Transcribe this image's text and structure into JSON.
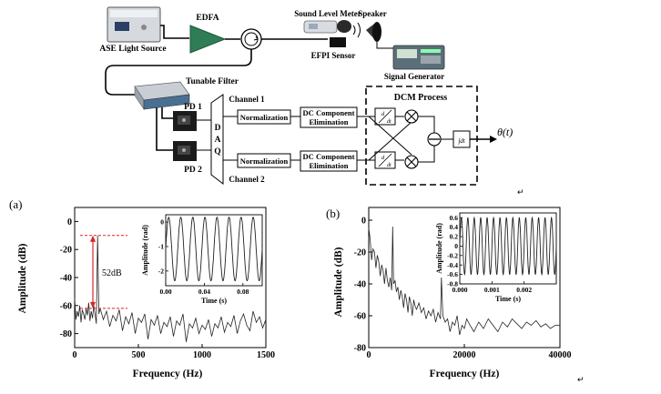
{
  "diagram": {
    "ase_source": "ASE Light Source",
    "edfa": "EDFA",
    "sound_level_meter": "Sound Level Meter",
    "speaker": "Speaker",
    "efpi_sensor": "EFPI Sensor",
    "signal_generator": "Signal Generator",
    "tunable_filter": "Tunable Filter",
    "pd1": "PD 1",
    "pd2": "PD 2",
    "daq_letters": [
      "D",
      "A",
      "Q"
    ],
    "channel1": "Channel 1",
    "channel2": "Channel 2",
    "normalization": "Normalization",
    "dc_line1": "DC Component",
    "dc_line2": "Elimination",
    "dcm_process": "DCM Process",
    "output": "θ(t)",
    "deriv_num": "d",
    "deriv_den": "dt",
    "integral": "∫dt",
    "mark": "↵"
  },
  "chart_data": [
    {
      "type": "line",
      "panel_label": "(a)",
      "xlabel": "Frequency (Hz)",
      "ylabel": "Amplitude (dB)",
      "xlim": [
        0,
        1500
      ],
      "ylim": [
        -90,
        10
      ],
      "xticks": [
        0,
        500,
        1000,
        1500
      ],
      "yticks": [
        0,
        -20,
        -40,
        -60,
        -80
      ],
      "annotation": {
        "text": "52dB",
        "y_top": -10,
        "y_bottom": -62,
        "x": 200
      },
      "series": [
        {
          "x": [
            0,
            10,
            20,
            30,
            40,
            50,
            60,
            70,
            80,
            90,
            100,
            110,
            120,
            130,
            140,
            150,
            160,
            170,
            180,
            190,
            200,
            225,
            250,
            275,
            300,
            325,
            350,
            375,
            400,
            425,
            450,
            475,
            500,
            525,
            550,
            575,
            600,
            625,
            650,
            675,
            700,
            725,
            750,
            775,
            800,
            825,
            850,
            875,
            900,
            925,
            950,
            975,
            1000,
            1025,
            1050,
            1075,
            1100,
            1125,
            1150,
            1175,
            1200,
            1225,
            1250,
            1275,
            1300,
            1325,
            1350,
            1375,
            1400,
            1425,
            1450,
            1475,
            1500
          ],
          "y": [
            -55,
            -70,
            -64,
            -68,
            -60,
            -72,
            -63,
            -66,
            -70,
            -62,
            -67,
            -58,
            -71,
            -64,
            -69,
            -60,
            -66,
            -73,
            -10,
            -66,
            -62,
            -70,
            -64,
            -75,
            -67,
            -71,
            -63,
            -78,
            -68,
            -73,
            -65,
            -80,
            -69,
            -72,
            -66,
            -84,
            -70,
            -74,
            -67,
            -80,
            -72,
            -75,
            -68,
            -82,
            -71,
            -74,
            -66,
            -86,
            -73,
            -76,
            -69,
            -80,
            -74,
            -77,
            -70,
            -82,
            -73,
            -76,
            -68,
            -79,
            -72,
            -75,
            -67,
            -80,
            -71,
            -66,
            -74,
            -78,
            -64,
            -72,
            -68,
            -76,
            -70
          ]
        }
      ],
      "inset": {
        "xlabel": "Time (s)",
        "ylabel": "Amplitude (rad)",
        "xlim": [
          0,
          0.1
        ],
        "ylim": [
          -2.6,
          0.3
        ],
        "xticks": [
          0,
          0.04,
          0.08
        ],
        "xtick_labels": [
          "0.00",
          "0.04",
          "0.08"
        ],
        "yticks": [
          0,
          -1,
          -2
        ],
        "series": [
          {
            "function": "sine",
            "offset": -1.1,
            "amplitude": 1.3,
            "frequency_hz": 80
          }
        ]
      }
    },
    {
      "type": "line",
      "panel_label": "(b)",
      "xlabel": "Frequency (Hz)",
      "ylabel": "Amplitude (dB)",
      "xlim": [
        0,
        40000
      ],
      "ylim": [
        -80,
        8
      ],
      "xticks": [
        0,
        20000,
        40000
      ],
      "yticks": [
        0,
        -20,
        -40,
        -60,
        -80
      ],
      "series": [
        {
          "x": [
            0,
            300,
            600,
            900,
            1200,
            1500,
            1800,
            2100,
            2400,
            2700,
            3000,
            3300,
            3600,
            3900,
            4200,
            4500,
            4800,
            5000,
            5200,
            5500,
            5800,
            6100,
            6400,
            6700,
            7000,
            7300,
            7600,
            7900,
            8200,
            8500,
            8800,
            9100,
            9400,
            9700,
            10000,
            10500,
            11000,
            11500,
            12000,
            12500,
            13000,
            13500,
            14000,
            14500,
            15000,
            15200,
            15500,
            16000,
            16500,
            17000,
            17500,
            18000,
            18500,
            19000,
            19500,
            20000,
            20500,
            21000,
            22000,
            23000,
            24000,
            25000,
            26000,
            27000,
            28000,
            29000,
            30000,
            31000,
            32000,
            33000,
            34000,
            35000,
            36000,
            37000,
            38000,
            39000,
            40000
          ],
          "y": [
            -5,
            -12,
            -25,
            -18,
            -20,
            -30,
            -22,
            -26,
            -35,
            -28,
            -32,
            -40,
            -30,
            -38,
            -42,
            -36,
            -44,
            -4,
            -40,
            -38,
            -45,
            -42,
            -50,
            -44,
            -48,
            -55,
            -46,
            -50,
            -58,
            -48,
            -52,
            -60,
            -50,
            -54,
            -56,
            -52,
            -58,
            -55,
            -62,
            -57,
            -60,
            -56,
            -64,
            -58,
            -62,
            -36,
            -60,
            -64,
            -62,
            -70,
            -64,
            -66,
            -60,
            -72,
            -66,
            -68,
            -62,
            -65,
            -70,
            -64,
            -68,
            -62,
            -66,
            -70,
            -64,
            -67,
            -62,
            -65,
            -68,
            -64,
            -66,
            -63,
            -67,
            -65,
            -68,
            -66,
            -66
          ]
        }
      ],
      "inset": {
        "xlabel": "Time (s)",
        "ylabel": "Amplitude (rad)",
        "xlim": [
          0,
          0.003
        ],
        "ylim": [
          -0.8,
          0.7
        ],
        "xticks": [
          0,
          0.001,
          0.002
        ],
        "xtick_labels": [
          "0.000",
          "0.001",
          "0.002"
        ],
        "yticks": [
          0.6,
          0.4,
          0.2,
          0,
          -0.2,
          -0.4,
          -0.6,
          -0.8
        ],
        "series": [
          {
            "function": "sine",
            "offset": 0,
            "amplitude": 0.6,
            "frequency_hz": 5000
          }
        ]
      }
    }
  ]
}
